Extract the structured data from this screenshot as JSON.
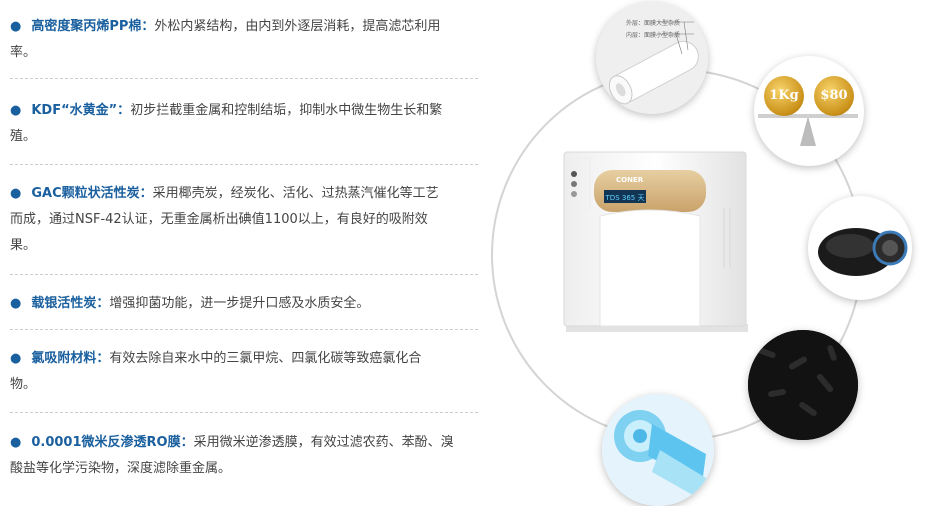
{
  "features": [
    {
      "title": "高密度聚丙烯PP棉：",
      "text": "外松内紧结构，由内到外逐层消耗，提高滤芯利用",
      "cont": "率。"
    },
    {
      "title": "KDF“水黄金”：",
      "text": "初步拦截重金属和控制结垢，抑制水中微生物生长和繁",
      "cont": "殖。"
    },
    {
      "title": "GAC颗粒状活性炭：",
      "text": "采用椰壳炭，经炭化、活化、过热蒸汽催化等工艺",
      "cont": "而成，通过NSF-42认证，无重金属析出碘值1100以上，有良好的吸附效",
      "cont2": "果。"
    },
    {
      "title": "载银活性炭：",
      "text": "增强抑菌功能，进一步提升口感及水质安全。"
    },
    {
      "title": "氯吸附材料：",
      "text": "有效去除自来水中的三氯甲烷、四氯化碳等致癌氯化合",
      "cont": "物。"
    },
    {
      "title": "0.0001微米反渗透RO膜：",
      "text": "采用微米逆渗透膜，有效过滤农药、苯酚、溴",
      "cont": "酸盐等化学污染物，深度滤除重金属。"
    }
  ],
  "bullet": "●",
  "pp_labels": {
    "outer": "外层：面膜大型杂质",
    "inner": "内层：面膜小型杂质"
  },
  "coins": {
    "left": "1Kg",
    "right": "$80"
  },
  "device": {
    "brand": "CONER",
    "display": "TDS 365 天"
  },
  "colors": {
    "accent": "#1a5f9e",
    "text": "#444444",
    "gold": "#d8b884"
  }
}
